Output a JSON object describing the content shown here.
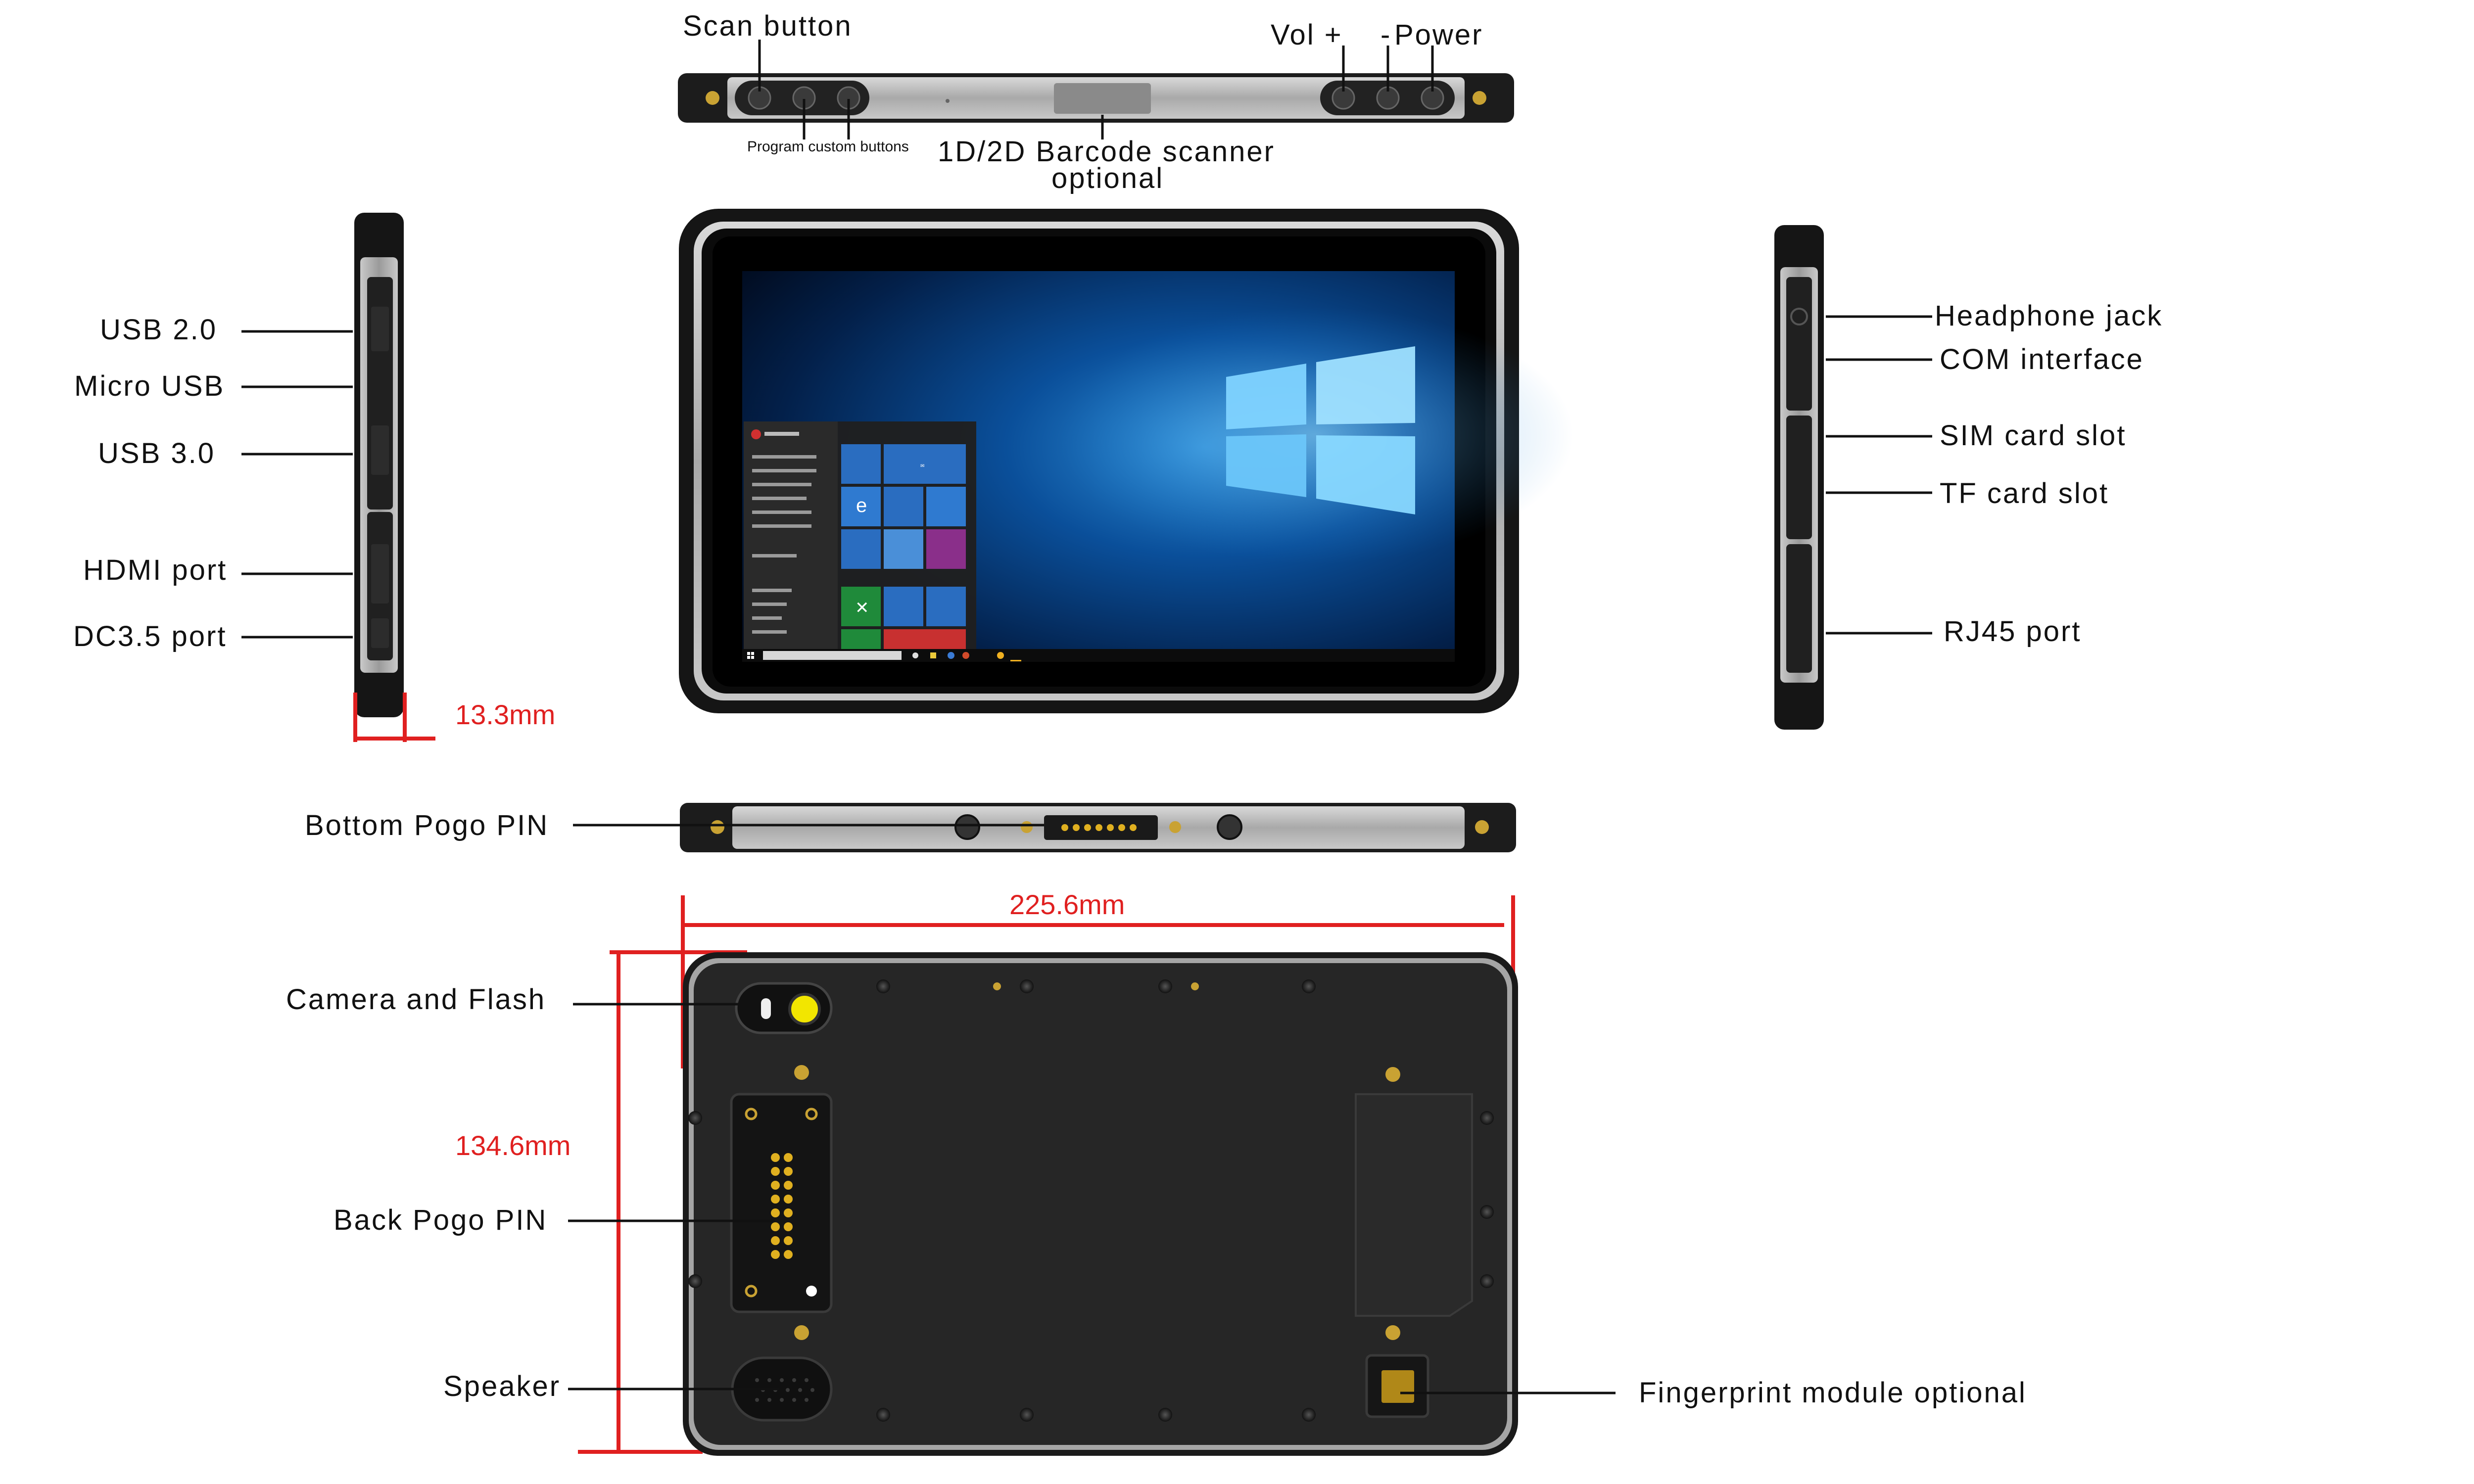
{
  "labels": {
    "scan_button": "Scan button",
    "program_custom_buttons": "Program custom buttons",
    "barcode_scanner_line1": "1D/2D Barcode scanner",
    "barcode_scanner_line2": "optional",
    "vol_plus": "Vol +",
    "minus": "-",
    "power": "Power",
    "usb20": "USB 2.0",
    "micro_usb": "Micro USB",
    "usb30": "USB 3.0",
    "hdmi_port": "HDMI port",
    "dc35_port": "DC3.5 port",
    "headphone_jack": "Headphone jack",
    "com_interface": "COM interface",
    "sim_card_slot": "SIM card slot",
    "tf_card_slot": "TF card slot",
    "rj45_port": "RJ45 port",
    "bottom_pogo_pin": "Bottom Pogo PIN",
    "camera_and_flash": "Camera and Flash",
    "back_pogo_pin": "Back Pogo PIN",
    "speaker": "Speaker",
    "fingerprint_module": "Fingerprint module optional"
  },
  "dimensions": {
    "thickness": "13.3mm",
    "width": "225.6mm",
    "height": "134.6mm"
  },
  "colors": {
    "dimension_red": "#e02020",
    "frame_black": "#1a1a1a",
    "frame_silver": "#a8a8a8",
    "pin_gold": "#d4a017",
    "flash_yellow": "#f2e600"
  },
  "icons": {
    "windows_logo": "windows-logo-icon",
    "start_button": "windows-start-icon"
  }
}
